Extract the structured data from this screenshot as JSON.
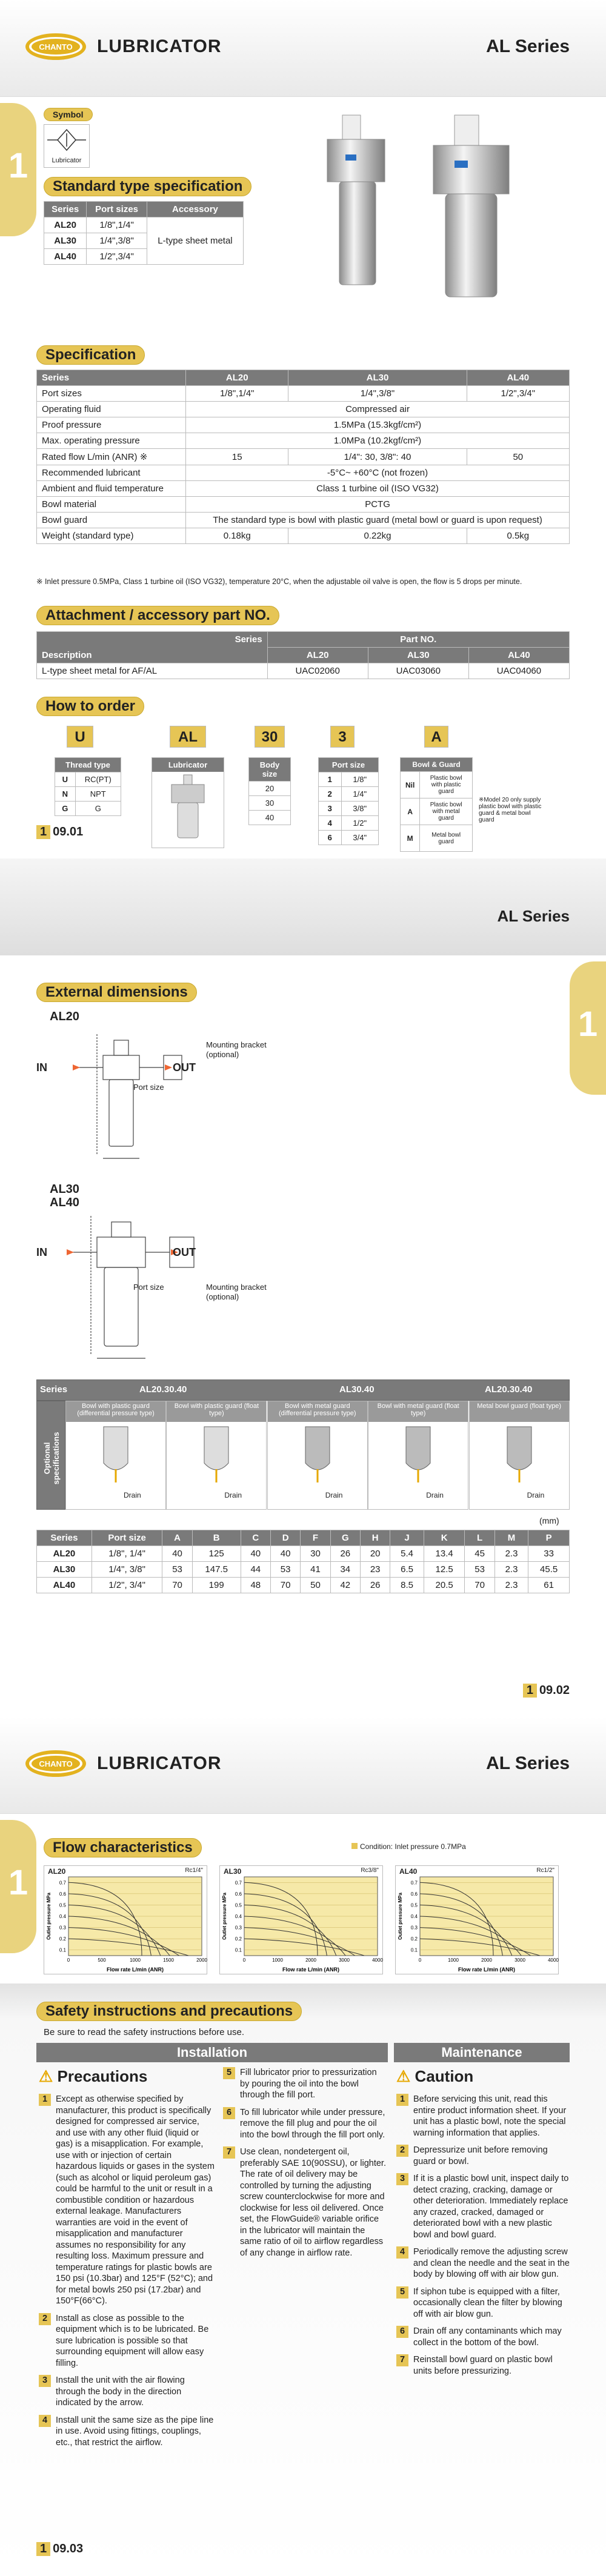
{
  "brand": {
    "name": "LUBRICATOR",
    "series": "AL Series",
    "logo_text": "CHANTO"
  },
  "page1": {
    "tab": "1",
    "symbol_label": "Symbol",
    "symbol_caption": "Lubricator",
    "std_heading": "Standard type specification",
    "std_table": {
      "headers": [
        "Series",
        "Port sizes",
        "Accessory"
      ],
      "rows": [
        [
          "AL20",
          "1/8\",1/4\""
        ],
        [
          "AL30",
          "1/4\",3/8\""
        ],
        [
          "AL40",
          "1/2\",3/4\""
        ]
      ],
      "accessory": "L-type sheet metal"
    },
    "spec_heading": "Specification",
    "spec_table": {
      "headers": [
        "Series",
        "AL20",
        "AL30",
        "AL40"
      ],
      "rows": [
        {
          "label": "Port sizes",
          "cells": [
            "1/8\",1/4\"",
            "1/4\",3/8\"",
            "1/2\",3/4\""
          ]
        },
        {
          "label": "Operating fluid",
          "span": "Compressed air"
        },
        {
          "label": "Proof pressure",
          "span": "1.5MPa (15.3kgf/cm²)"
        },
        {
          "label": "Max. operating pressure",
          "span": "1.0MPa (10.2kgf/cm²)"
        },
        {
          "label": "Rated flow L/min (ANR) ※",
          "cells": [
            "15",
            "1/4\": 30, 3/8\": 40",
            "50"
          ]
        },
        {
          "label": "Recommended lubricant",
          "span": "-5°C~ +60°C (not frozen)"
        },
        {
          "label": "Ambient and fluid temperature",
          "span": "Class 1 turbine oil (ISO VG32)"
        },
        {
          "label": "Bowl material",
          "span": "PCTG"
        },
        {
          "label": "Bowl guard",
          "span": "The standard type is bowl with plastic guard (metal bowl or guard is upon request)"
        },
        {
          "label": "Weight (standard type)",
          "cells": [
            "0.18kg",
            "0.22kg",
            "0.5kg"
          ]
        }
      ],
      "note": "※ Inlet pressure 0.5MPa, Class 1 turbine oil (ISO VG32), temperature 20°C, when the adjustable oil valve is open, the flow is 5 drops per minute."
    },
    "attach_heading": "Attachment / accessory part NO.",
    "attach_table": {
      "part_no": "Part NO.",
      "series": "Series",
      "description": "Description",
      "cols": [
        "AL20",
        "AL30",
        "AL40"
      ],
      "row_label": "L-type sheet metal for AF/AL",
      "row_cells": [
        "UAC02060",
        "UAC03060",
        "UAC04060"
      ]
    },
    "order_heading": "How to order",
    "order_codes": [
      "U",
      "AL",
      "30",
      "3",
      "A"
    ],
    "thread": {
      "title": "Thread type",
      "rows": [
        [
          "U",
          "RC(PT)"
        ],
        [
          "N",
          "NPT"
        ],
        [
          "G",
          "G"
        ]
      ]
    },
    "lub_title": "Lubricator",
    "body": {
      "title": "Body size",
      "rows": [
        "20",
        "30",
        "40"
      ]
    },
    "port": {
      "title": "Port size",
      "rows": [
        [
          "1",
          "1/8\""
        ],
        [
          "2",
          "1/4\""
        ],
        [
          "3",
          "3/8\""
        ],
        [
          "4",
          "1/2\""
        ],
        [
          "6",
          "3/4\""
        ]
      ]
    },
    "bowl": {
      "title": "Bowl & Guard",
      "rows": [
        [
          "Nil",
          "Plastic bowl with plastic guard"
        ],
        [
          "A",
          "Plastic bowl with metal guard"
        ],
        [
          "M",
          "Metal bowl guard"
        ]
      ],
      "note": "※Model 20 only supply plastic bowl with plastic guard & metal bowl guard"
    },
    "page_num_a": "1",
    "page_num_b": "09.01"
  },
  "page2": {
    "tab": "1",
    "ext_heading": "External dimensions",
    "al20": "AL20",
    "al3040": [
      "AL30",
      "AL40"
    ],
    "in": "IN",
    "out": "OUT",
    "bracket": "Mounting bracket",
    "optional": "(optional)",
    "port_size": "Port size",
    "opt_table": {
      "series": "Series",
      "groups": [
        "AL20.30.40",
        "AL30.40",
        "AL20.30.40"
      ],
      "side": "Optional specifications",
      "cols": [
        "Bowl with plastic guard (differential pressure type)",
        "Bowl with plastic guard (float type)",
        "Bowl with metal guard (differential pressure type)",
        "Bowl with metal guard (float type)",
        "Metal bowl guard (float type)"
      ],
      "drain": "Drain"
    },
    "mm": "(mm)",
    "dim_table": {
      "headers": [
        "Series",
        "Port size",
        "A",
        "B",
        "C",
        "D",
        "F",
        "G",
        "H",
        "J",
        "K",
        "L",
        "M",
        "P"
      ],
      "rows": [
        [
          "AL20",
          "1/8\", 1/4\"",
          "40",
          "125",
          "40",
          "40",
          "30",
          "26",
          "20",
          "5.4",
          "13.4",
          "45",
          "2.3",
          "33"
        ],
        [
          "AL30",
          "1/4\", 3/8\"",
          "53",
          "147.5",
          "44",
          "53",
          "41",
          "34",
          "23",
          "6.5",
          "12.5",
          "53",
          "2.3",
          "45.5"
        ],
        [
          "AL40",
          "1/2\", 3/4\"",
          "70",
          "199",
          "48",
          "70",
          "50",
          "42",
          "26",
          "8.5",
          "20.5",
          "70",
          "2.3",
          "61"
        ]
      ]
    },
    "page_num_a": "1",
    "page_num_b": "09.02"
  },
  "page3": {
    "tab": "1",
    "flow_heading": "Flow characteristics",
    "condition": "Condition: Inlet pressure 0.7MPa",
    "charts": [
      {
        "title": "AL20",
        "port": "Rc1/4\"",
        "y_ticks": [
          "0.7",
          "0.6",
          "0.5",
          "0.4",
          "0.3",
          "0.2",
          "0.1"
        ],
        "x_ticks": [
          "0",
          "500",
          "1000",
          "1500",
          "2000"
        ]
      },
      {
        "title": "AL30",
        "port": "Rc3/8\"",
        "y_ticks": [
          "0.7",
          "0.6",
          "0.5",
          "0.4",
          "0.3",
          "0.2",
          "0.1"
        ],
        "x_ticks": [
          "0",
          "1000",
          "2000",
          "3000",
          "4000"
        ]
      },
      {
        "title": "AL40",
        "port": "Rc1/2\"",
        "y_ticks": [
          "0.7",
          "0.6",
          "0.5",
          "0.4",
          "0.3",
          "0.2",
          "0.1"
        ],
        "x_ticks": [
          "0",
          "1000",
          "2000",
          "3000",
          "4000"
        ]
      }
    ],
    "ylabel": "Outlet pressure MPa",
    "xlabel": "Flow rate L/min (ANR)",
    "safety_heading": "Safety instructions and precautions",
    "safety_intro": "Be sure to read the safety instructions before use.",
    "installation": "Installation",
    "maintenance": "Maintenance",
    "precautions": "Precautions",
    "caution": "Caution",
    "inst_col1": [
      {
        "n": "1",
        "t": "Except as otherwise specified by manufacturer, this product is specifically designed for compressed air service, and use with any other fluid (liquid or gas) is a misapplication. For example, use with or injection of certain hazardous liquids or gases in the system (such as alcohol or liquid peroleum gas) could be harmful to the unit or result in a combustible condition or hazardous external leakage. Manufacturers warranties are void in the event of misapplication and manufacturer assumes no responsibility for any resulting loss. Maximum pressure and temperature ratings for plastic bowls are 150 psi (10.3bar) and 125°F (52°C); and for metal bowls 250 psi (17.2bar) and 150°F(66°C)."
      },
      {
        "n": "2",
        "t": "Install as close as possible to the equipment which is to be lubricated. Be sure lubrication is possible so that surrounding equipment will allow easy filling."
      },
      {
        "n": "3",
        "t": "Install the unit with the air flowing through the body in the direction indicated by the arrow."
      },
      {
        "n": "4",
        "t": "Install unit the same size as the pipe line in use. Avoid using fittings, couplings, etc., that restrict the airflow."
      }
    ],
    "inst_col2": [
      {
        "n": "5",
        "t": "Fill lubricator prior to pressurization by pouring the oil into the bowl through the fill port."
      },
      {
        "n": "6",
        "t": "To fill lubricator while under pressure, remove the fill plug and pour the oil into the bowl through the fill port only."
      },
      {
        "n": "7",
        "t": "Use clean, nondetergent oil, preferably SAE 10(90SSU), or lighter. The rate of oil delivery may be controlled by turning the adjusting screw counterclockwise for more and clockwise for less oil delivered. Once set, the FlowGuide® variable orifice in the lubricator will maintain the same ratio of oil to airflow regardless of any change in airflow rate."
      }
    ],
    "maint": [
      {
        "n": "1",
        "t": "Before servicing this unit, read this entire product information sheet. If your unit has a plastic bowl, note the special warning information that applies."
      },
      {
        "n": "2",
        "t": "Depressurize unit before removing guard or bowl."
      },
      {
        "n": "3",
        "t": "If it is a plastic bowl unit, inspect daily to detect crazing, cracking, damage or other deterioration. Immediately replace any crazed, cracked, damaged or deteriorated bowl with a new plastic bowl and bowl guard."
      },
      {
        "n": "4",
        "t": "Periodically remove the adjusting screw and clean the needle and the seat in the body by blowing off with air blow gun."
      },
      {
        "n": "5",
        "t": "If siphon tube is equipped with a filter, occasionally clean the filter by blowing off with air blow gun."
      },
      {
        "n": "6",
        "t": "Drain off any contaminants which may collect in the bottom of the bowl."
      },
      {
        "n": "7",
        "t": "Reinstall bowl guard on plastic bowl units before pressurizing."
      }
    ],
    "page_num_a": "1",
    "page_num_b": "09.03"
  }
}
